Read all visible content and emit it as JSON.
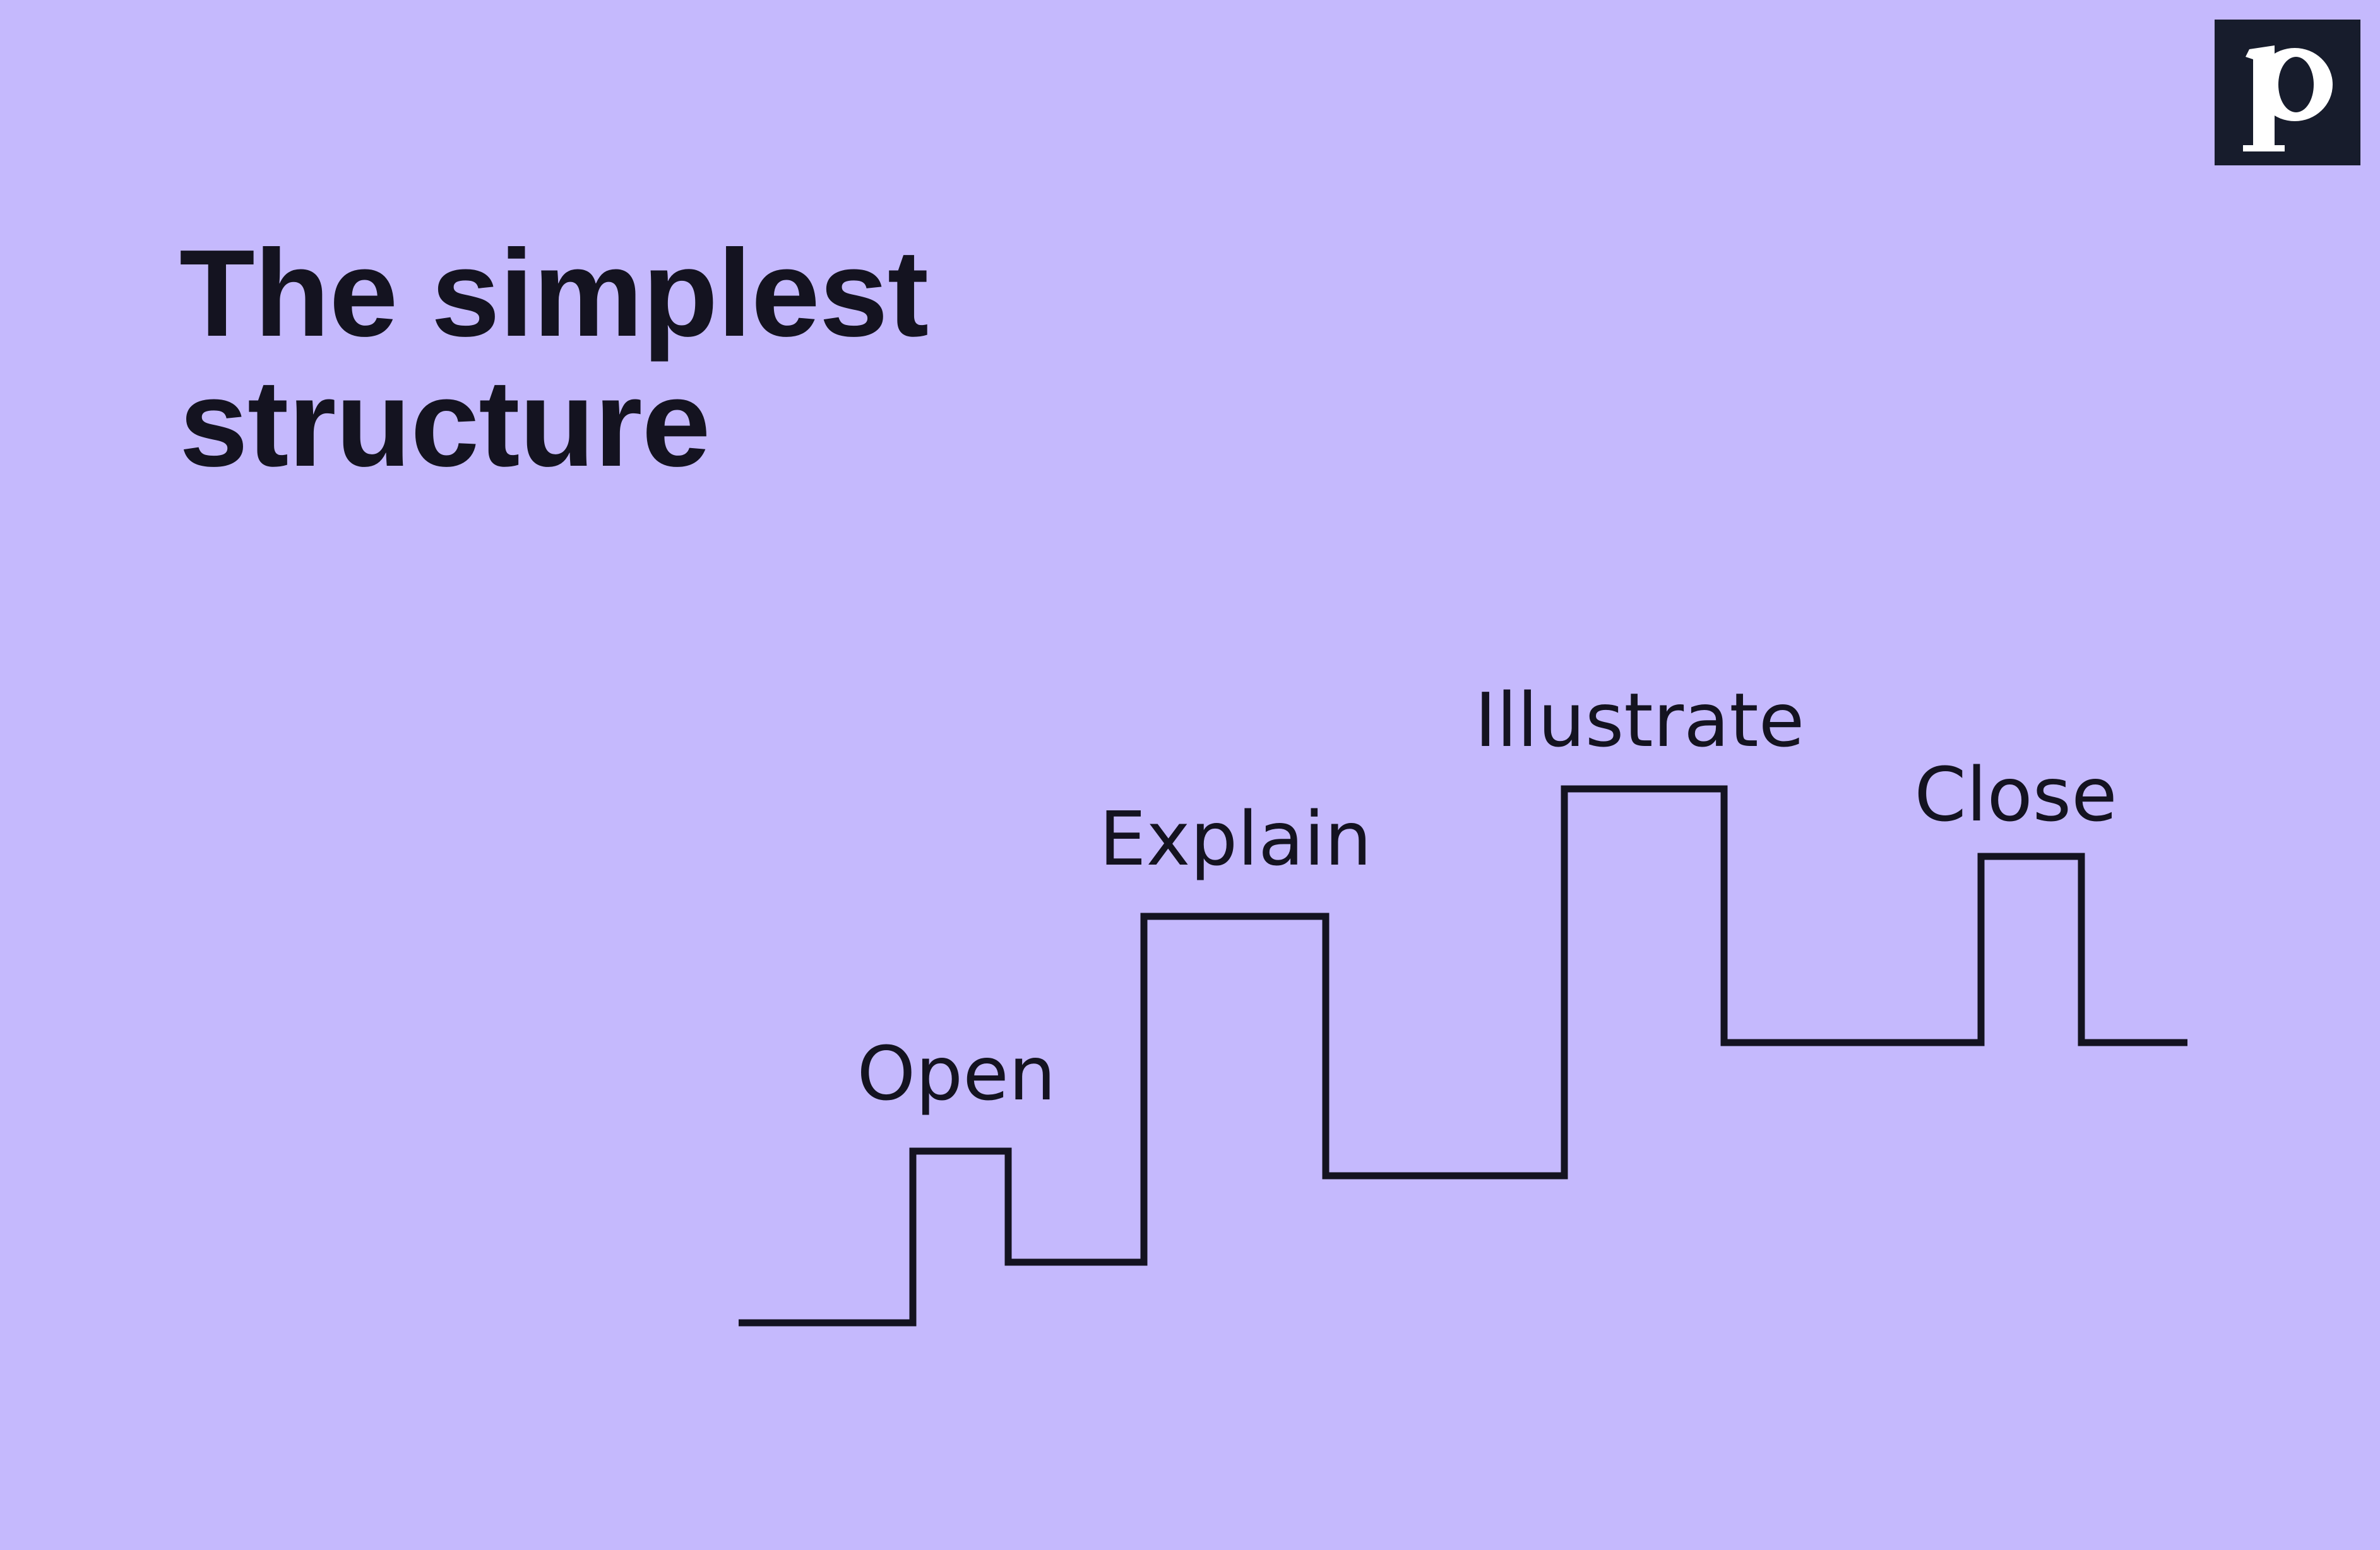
{
  "title": {
    "line1": "The simplest",
    "line2": "structure"
  },
  "logo": {
    "icon": "p-logo-icon",
    "letter": "p"
  },
  "diagram": {
    "stages": [
      "Open",
      "Explain",
      "Illustrate",
      "Close"
    ]
  },
  "colors": {
    "background": "#c5b9fd",
    "ink": "#141320",
    "logo_background": "#171c2c",
    "logo_letter": "#ffffff"
  }
}
